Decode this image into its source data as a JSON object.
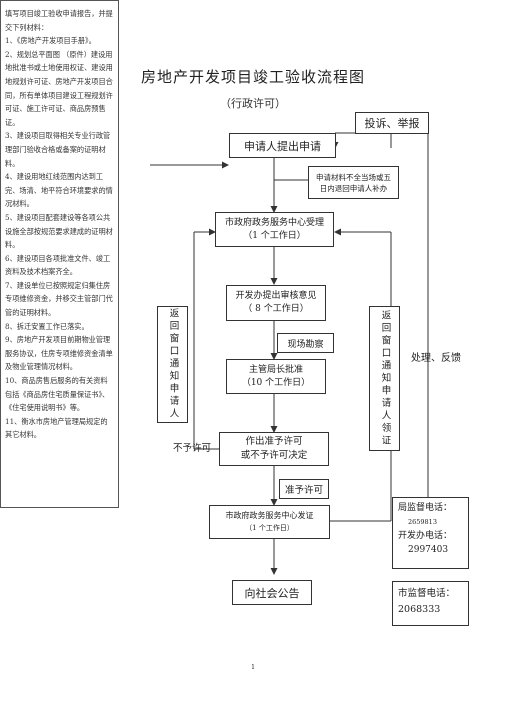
{
  "title": "房地产开发项目竣工验收流程图",
  "subtitle": "（行政许可）",
  "complaint": "投诉、举报",
  "nodes": {
    "apply": "申请人提出申请",
    "incomplete": "申请材料不全当场或五日内退回申请人补办",
    "accept_main": "市政府政务服务中心受理",
    "accept_days": "（1 个工作日）",
    "review_main": "开发办提出审核意见",
    "review_days": "（ 8 个工作日）",
    "survey": "现场勘察",
    "approve_main": "主管局长批准",
    "approve_days": "（10 个工作日）",
    "decide_main": "作出准予许可",
    "decide_sub": "或不予许可决定",
    "issue_main": "市政府政务服务中心发证",
    "issue_days": "（1 个工作日）",
    "announce": "向社会公告",
    "return_left": "返回窗口通知申请人",
    "return_right": "返回窗口通知申请人领证",
    "deny": "不予许可",
    "grant": "准予许可",
    "handle": "处理、反馈"
  },
  "hotline1": {
    "label": "局监督电话：",
    "line2": "2659813",
    "line3": "开发办电话：",
    "line4": "2997403"
  },
  "hotline2": {
    "label": "市监督电话：",
    "number": "2068333"
  },
  "materials": [
    "填写项目竣工验收申请报告，并提交下列材料：",
    "1、《房地产开发项目手册》。",
    "2、规划总平面图 （原件）建设用地批准书或土地使用权证、建设用地规划许可证、房地产开发项目合同，所有单体项目建设工程规划许可证、施工许可证、商品房预售证。",
    "3、建设项目取得相关专业行政管理部门验收合格或备案的证明材料。",
    "4、建设用地红线范围内达到工完、场清、地平符合环境要求的情况材料。",
    "5、建设项目配套建设等各项公共设施全部按规范要求建成的证明材料。",
    "6、建设项目各项批准文件、竣工资料及技术档案齐全。",
    "7、建设单位已按照规定归集住房专项维修资金，并移交主管部门代管的证明材料。",
    "8、拆迁安置工作已落实。",
    "9、房地产开发项目前期物业管理服务协议，住房专项维修资金清单及物业管理情况材料。",
    "10、商品房售后服务的有关资料包括《商品房住宅质量保证书》、《住宅使用说明书》等。",
    "11、衡水市房地产管理局规定的其它材料。"
  ],
  "page_number": "1"
}
